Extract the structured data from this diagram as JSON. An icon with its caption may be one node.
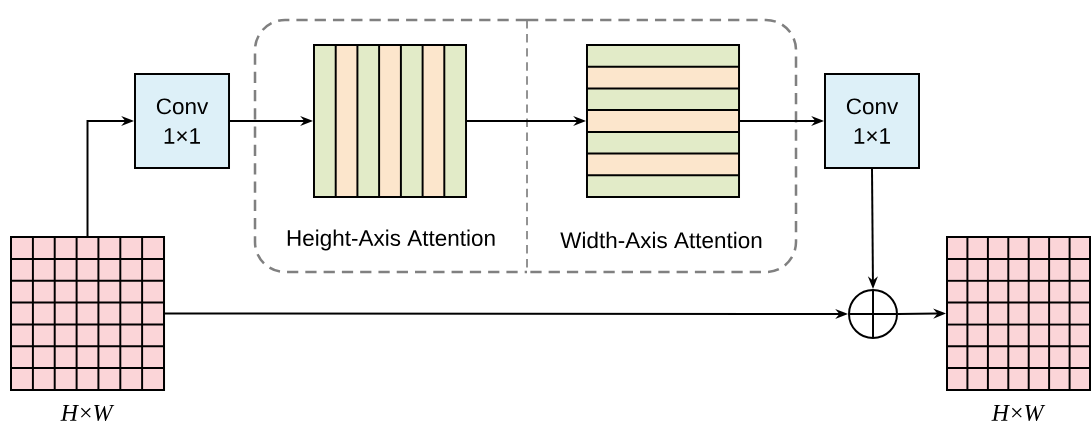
{
  "diagram": {
    "nodes": [
      {
        "text": [],
        "shape": "grid",
        "beside": [
          "*H*×*W*"
        ]
      },
      {
        "text": [
          "Conv 1×1"
        ]
      },
      {
        "text": [
          "Height-Axis Attention"
        ]
      },
      {
        "text": [],
        "shape": "box",
        "in": 2
      },
      {
        "text": [
          "Width-Axis Attention"
        ]
      },
      {
        "text": [],
        "shape": "box",
        "in": 4
      },
      {
        "text": [
          "Conv 1×1"
        ]
      },
      {
        "text": [],
        "shape": "circle"
      },
      {
        "text": [],
        "shape": "grid",
        "beside": [
          "*H*×*W*"
        ]
      }
    ],
    "edges": [
      {
        "from": 0,
        "to": 1,
        "arrow": "to"
      },
      {
        "from": 1,
        "to": 3,
        "arrow": "to"
      },
      {
        "from": 3,
        "to": 5,
        "arrow": "to"
      },
      {
        "from": 5,
        "to": 6,
        "arrow": "to"
      },
      {
        "from": 6,
        "to": 7,
        "arrow": "to"
      },
      {
        "from": 0,
        "to": 7,
        "arrow": "to"
      },
      {
        "from": 7,
        "to": 8,
        "arrow": "to"
      }
    ]
  }
}
